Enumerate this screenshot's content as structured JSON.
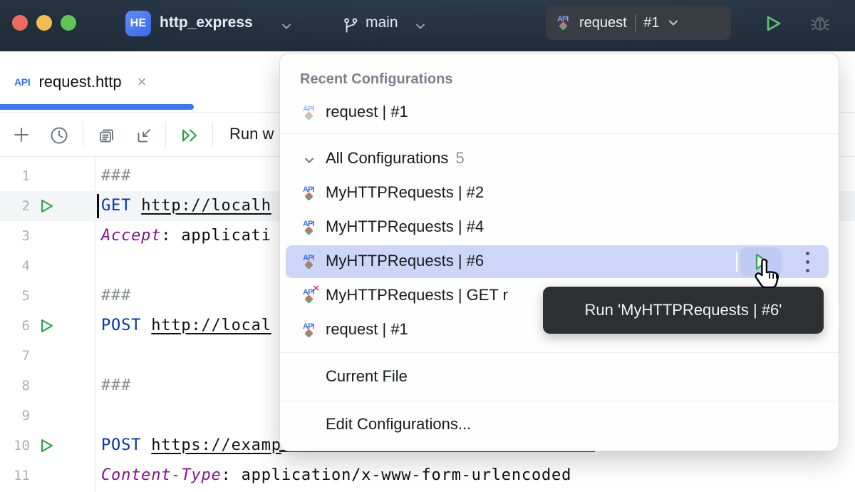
{
  "icons": {
    "api_letters": "API",
    "x_badge": "×"
  },
  "titlebar": {
    "project_badge": "HE",
    "project_name": "http_express",
    "branch_name": "main",
    "run_config_name": "request",
    "run_config_number": "#1"
  },
  "tab": {
    "filetype": "API",
    "title": "request.http",
    "close": "×"
  },
  "toolbar": {
    "run_with_label": "Run w"
  },
  "editor": {
    "gutter": [
      "1",
      "2",
      "3",
      "4",
      "5",
      "6",
      "7",
      "8",
      "9",
      "10",
      "11"
    ],
    "lines": {
      "l1": {
        "cmt": "###"
      },
      "l2": {
        "kw": "GET",
        "url": "http://localh"
      },
      "l3": {
        "hdr": "Accept",
        "rest": ": applicati"
      },
      "l5": {
        "cmt": "###"
      },
      "l6": {
        "kw": "POST",
        "url": "http://local"
      },
      "l8": {
        "cmt": "###"
      },
      "l10": {
        "kw": "POST",
        "url": "https://examp"
      },
      "l11": {
        "hdr": "Content-Type",
        "rest": ": application/x-www-form-urlencoded"
      }
    }
  },
  "dropdown": {
    "header": "Recent Configurations",
    "recent_item": "request | #1",
    "all_label": "All Configurations",
    "all_count": "5",
    "items": [
      "MyHTTPRequests | #2",
      "MyHTTPRequests | #4",
      "MyHTTPRequests | #6",
      "MyHTTPRequests | GET r",
      "request | #1"
    ],
    "current_file": "Current File",
    "edit_configurations": "Edit Configurations..."
  },
  "tooltip": {
    "text": "Run 'MyHTTPRequests | #6'"
  },
  "colors": {
    "accent_blue": "#3574f0",
    "run_green": "#2f9e4f",
    "selection_highlight": "#ccd6f9",
    "tooltip_bg": "#2d2f32",
    "keyword_blue": "#0033b3",
    "header_purple": "#871094",
    "traffic_red": "#ee6a5f",
    "traffic_yellow": "#f5bd4f",
    "traffic_green": "#61c454"
  }
}
